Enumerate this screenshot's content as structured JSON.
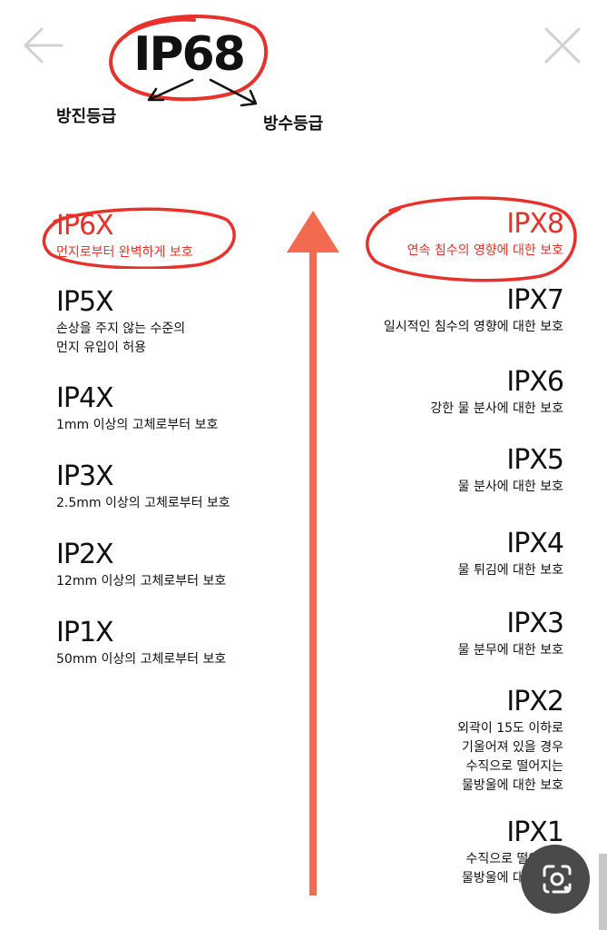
{
  "header": {
    "title": "IP68",
    "dust_label": "방진등급",
    "water_label": "방수등급"
  },
  "dust_ratings": [
    {
      "code": "IP6X",
      "desc": "먼지로부터 완벽하게 보호"
    },
    {
      "code": "IP5X",
      "desc": "손상을 주지 않는 수준의\n먼지 유입이 허용"
    },
    {
      "code": "IP4X",
      "desc": "1mm 이상의 고체로부터 보호"
    },
    {
      "code": "IP3X",
      "desc": "2.5mm 이상의 고체로부터 보호"
    },
    {
      "code": "IP2X",
      "desc": "12mm 이상의 고체로부터 보호"
    },
    {
      "code": "IP1X",
      "desc": "50mm 이상의 고체로부터 보호"
    }
  ],
  "water_ratings": [
    {
      "code": "IPX8",
      "desc": "연속 침수의 영향에 대한 보호"
    },
    {
      "code": "IPX7",
      "desc": "일시적인 침수의 영향에 대한 보호"
    },
    {
      "code": "IPX6",
      "desc": "강한 물 분사에 대한 보호"
    },
    {
      "code": "IPX5",
      "desc": "물 분사에 대한 보호"
    },
    {
      "code": "IPX4",
      "desc": "물 튀김에 대한 보호"
    },
    {
      "code": "IPX3",
      "desc": "물 분무에 대한 보호"
    },
    {
      "code": "IPX2",
      "desc": "외곽이 15도 이하로\n기울어져 있을 경우\n수직으로 떨어지는\n물방울에 대한 보호"
    },
    {
      "code": "IPX1",
      "desc": "수직으로 떨어지는\n물방울에 대한 보호"
    }
  ],
  "colors": {
    "accent": "#e8312b",
    "arrow": "#f26a4f",
    "text": "#111111"
  },
  "icons": {
    "back": "arrow-left-icon",
    "close": "close-icon",
    "lens": "google-lens-icon"
  }
}
